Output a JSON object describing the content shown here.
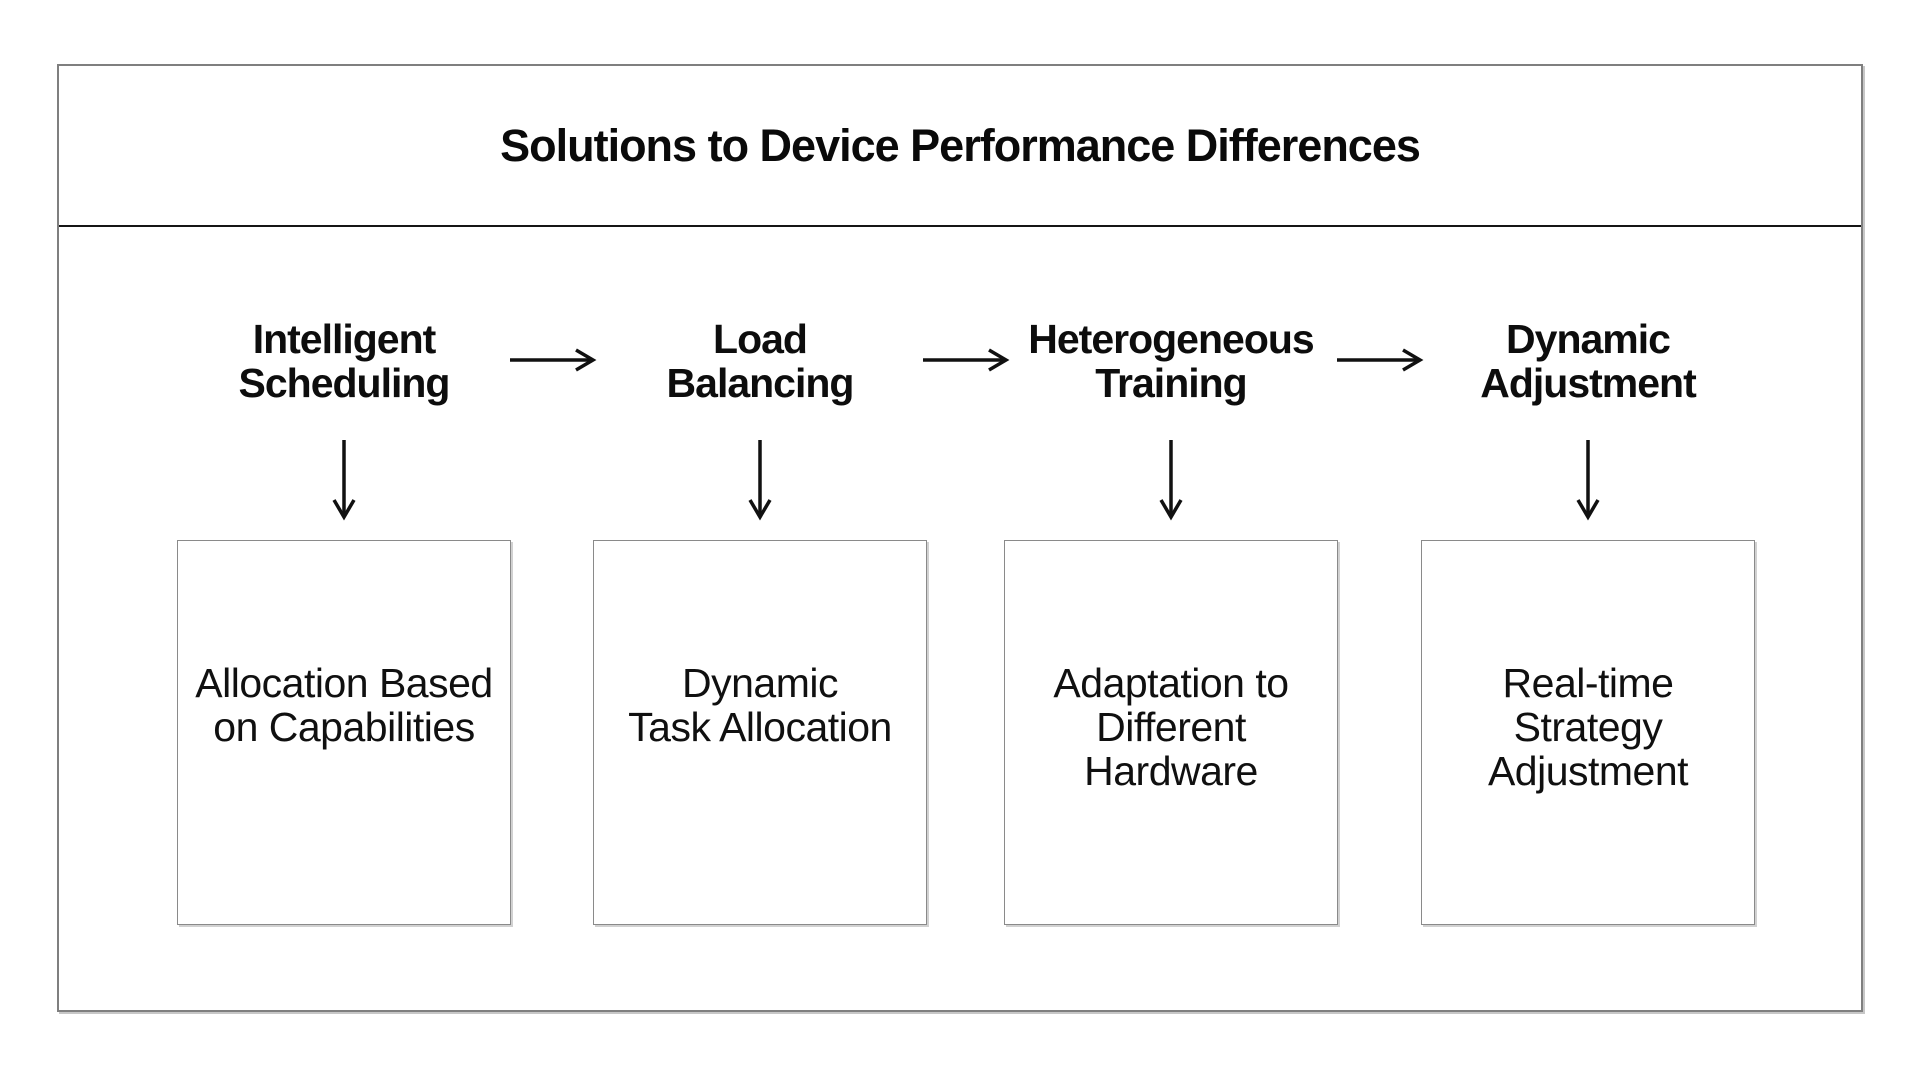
{
  "title": "Solutions to Device Performance Differences",
  "columns": [
    {
      "label_lines": [
        "Intelligent",
        "Scheduling"
      ],
      "box_lines": [
        "Allocation Based",
        "on Capabilities"
      ]
    },
    {
      "label_lines": [
        "Load",
        "Balancing"
      ],
      "box_lines": [
        "Dynamic",
        "Task Allocation"
      ]
    },
    {
      "label_lines": [
        "Heterogeneous",
        "Training"
      ],
      "box_lines": [
        "Adaptation to",
        "Different",
        "Hardware"
      ]
    },
    {
      "label_lines": [
        "Dynamic",
        "Adjustment"
      ],
      "box_lines": [
        "Real-time",
        "Strategy",
        "Adjustment"
      ]
    }
  ],
  "icons": {
    "right_arrow": "→",
    "down_arrow": "↓"
  },
  "colors": {
    "background": "#ffffff",
    "outer_border": "#7f7f7f",
    "box_border": "#8a8a8a",
    "divider": "#151515",
    "text": "#0d0d0d",
    "arrow": "#111111"
  }
}
